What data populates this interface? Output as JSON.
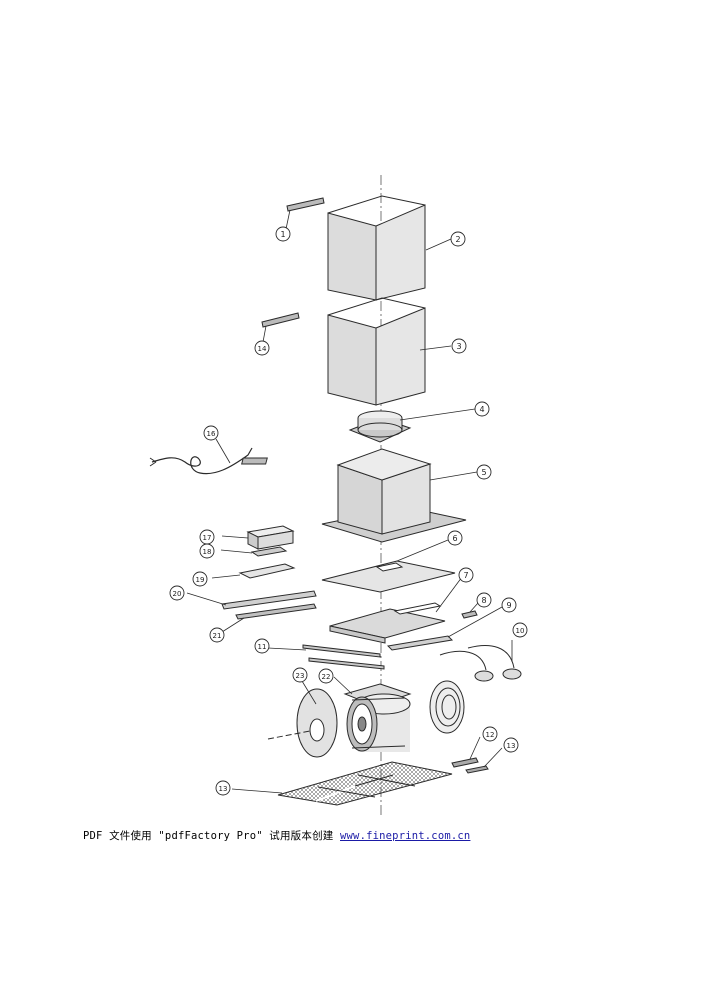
{
  "callouts": [
    {
      "id": "c1",
      "label": "1"
    },
    {
      "id": "c2",
      "label": "2"
    },
    {
      "id": "c3",
      "label": "3"
    },
    {
      "id": "c14",
      "label": "14"
    },
    {
      "id": "c4",
      "label": "4"
    },
    {
      "id": "c16",
      "label": "16"
    },
    {
      "id": "c5",
      "label": "5"
    },
    {
      "id": "c17",
      "label": "17"
    },
    {
      "id": "c6",
      "label": "6"
    },
    {
      "id": "c18",
      "label": "18"
    },
    {
      "id": "c19",
      "label": "19"
    },
    {
      "id": "c7",
      "label": "7"
    },
    {
      "id": "c20",
      "label": "20"
    },
    {
      "id": "c8",
      "label": "8"
    },
    {
      "id": "c9",
      "label": "9"
    },
    {
      "id": "c21",
      "label": "21"
    },
    {
      "id": "c10",
      "label": "10"
    },
    {
      "id": "c11",
      "label": "11"
    },
    {
      "id": "c23",
      "label": "23"
    },
    {
      "id": "c22",
      "label": "22"
    },
    {
      "id": "c12",
      "label": "12"
    },
    {
      "id": "c13a",
      "label": "13"
    },
    {
      "id": "c13b",
      "label": "13"
    }
  ],
  "footer": {
    "text": "PDF 文件使用 \"pdfFactory Pro\" 试用版本创建 ",
    "link": "www.fineprint.com.cn"
  },
  "colors": {
    "line": "#2b2b2b",
    "panel": "#d9d9d9",
    "link": "#1a1aa6"
  }
}
